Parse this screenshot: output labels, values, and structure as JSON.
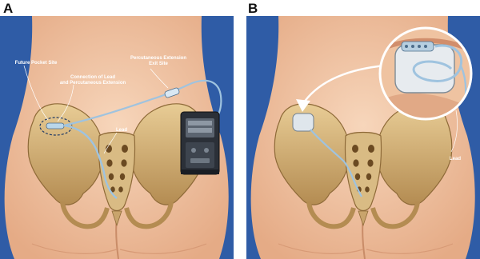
{
  "panels": [
    {
      "letter": "A",
      "labels": {
        "future_pocket_site": "Future Pocket Site",
        "connection": "Connection of Lead\nand Percutaneous Extension",
        "percutaneous_exit": "Percutaneous Extension\nExit Site",
        "lead": "Lead"
      }
    },
    {
      "letter": "B",
      "labels": {
        "lead": "Lead"
      }
    }
  ],
  "colors": {
    "background_blue": "#2f5ca6",
    "skin": "#f1c7a6",
    "skin_shadow": "#d9a27f",
    "bone": "#d8b67e",
    "bone_dark": "#a9844c",
    "device_dark": "#2b3038",
    "lead_blue": "#9fc3df"
  }
}
